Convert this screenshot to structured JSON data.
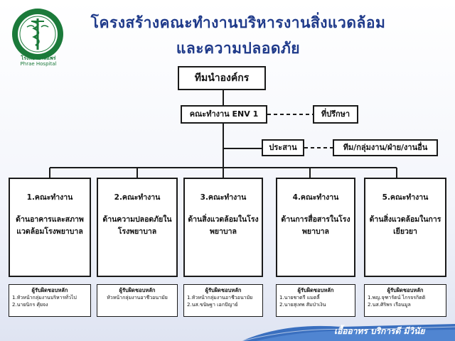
{
  "header": {
    "title_line1": "โครงสร้างคณะทำงานบริหารงานสิ่งแวดล้อม",
    "title_line2": "และความปลอดภัย",
    "logo_caption_top": "โรงพยาบาลแพร่",
    "logo_caption_bottom": "Phrae Hospital"
  },
  "org": {
    "top": "ทีมนำองค์กร",
    "env": "คณะทำงาน ENV 1",
    "advisor": "ที่ปรึกษา",
    "coordinate": "ประสาน",
    "other": "ทีม/กลุ่มงาน/ฝ่าย/งานอื่น"
  },
  "teams": [
    {
      "num": "1.คณะทำงาน",
      "desc": "ด้านอาคารและสภาพแวดล้อมโรงพยาบาล"
    },
    {
      "num": "2.คณะทำงาน",
      "desc": "ด้านความปลอดภัยในโรงพยาบาล"
    },
    {
      "num": "3.คณะทำงาน",
      "desc": "ด้านสิ่งแวดล้อมในโรงพยาบาล"
    },
    {
      "num": "4.คณะทำงาน",
      "desc": "ด้านการสื่อสารในโรงพยาบาล"
    },
    {
      "num": "5.คณะทำงาน",
      "desc": "ด้านสิ่งแวดล้อมในการเยียวยา"
    }
  ],
  "responsible": [
    {
      "head": "ผู้รับผิดชอบหลัก",
      "lines": [
        "1.หัวหน้ากลุ่มงานบริหารทั่วไป",
        "2.นายนิกร ศุ้ยจง"
      ]
    },
    {
      "head": "ผู้รับผิดชอบหลัก",
      "lines": [
        "หัวหน้ากลุ่มงานอาชีวอนามัย"
      ]
    },
    {
      "head": "ผู้รับผิดชอบหลัก",
      "lines": [
        "1.หัวหน้ากลุ่มงานอาชีวอนามัย",
        "2.นส.ขนิษฐา เอกปัญาย์"
      ]
    },
    {
      "head": "ผู้รับผิดชอบหลัก",
      "lines": [
        "1.นายชาตรี แมตลี้",
        "2.นายสุเทพ สัมป่าเงิน"
      ]
    },
    {
      "head": "ผู้รับผิดชอบหลัก",
      "lines": [
        "1.พญ.จุฑารัตน์ ไกรจรกิตติ",
        "2.นส.ศิริพร เรือนมูล"
      ]
    }
  ],
  "footer": {
    "motto": "เอื้ออาทร บริการดี มีวินัย"
  },
  "colors": {
    "title": "#1f3a8a",
    "logo_green": "#1b7a3a",
    "footer_blue": "#3a6fbf"
  }
}
